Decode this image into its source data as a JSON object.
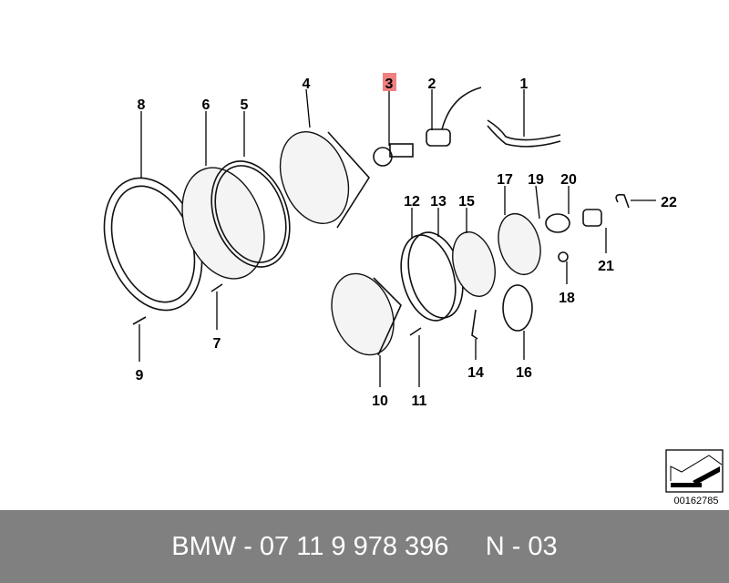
{
  "diagram": {
    "part_labels": [
      "1",
      "2",
      "3",
      "4",
      "5",
      "6",
      "7",
      "8",
      "9",
      "10",
      "11",
      "12",
      "13",
      "14",
      "15",
      "16",
      "17",
      "18",
      "19",
      "20",
      "21",
      "22"
    ],
    "highlighted_label": "3",
    "highlight_color": "#f08080",
    "reference_number": "00162785"
  },
  "footer": {
    "part_number_text": "BMW - 07 11 9 978 396",
    "diagram_code": "N - 03",
    "background_color": "#808080"
  }
}
